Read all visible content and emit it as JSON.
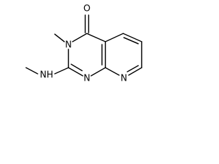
{
  "molecule": {
    "atoms": {
      "o4": "O",
      "n3": "N",
      "n1": "N",
      "n8": "N",
      "nh": "NH"
    }
  }
}
